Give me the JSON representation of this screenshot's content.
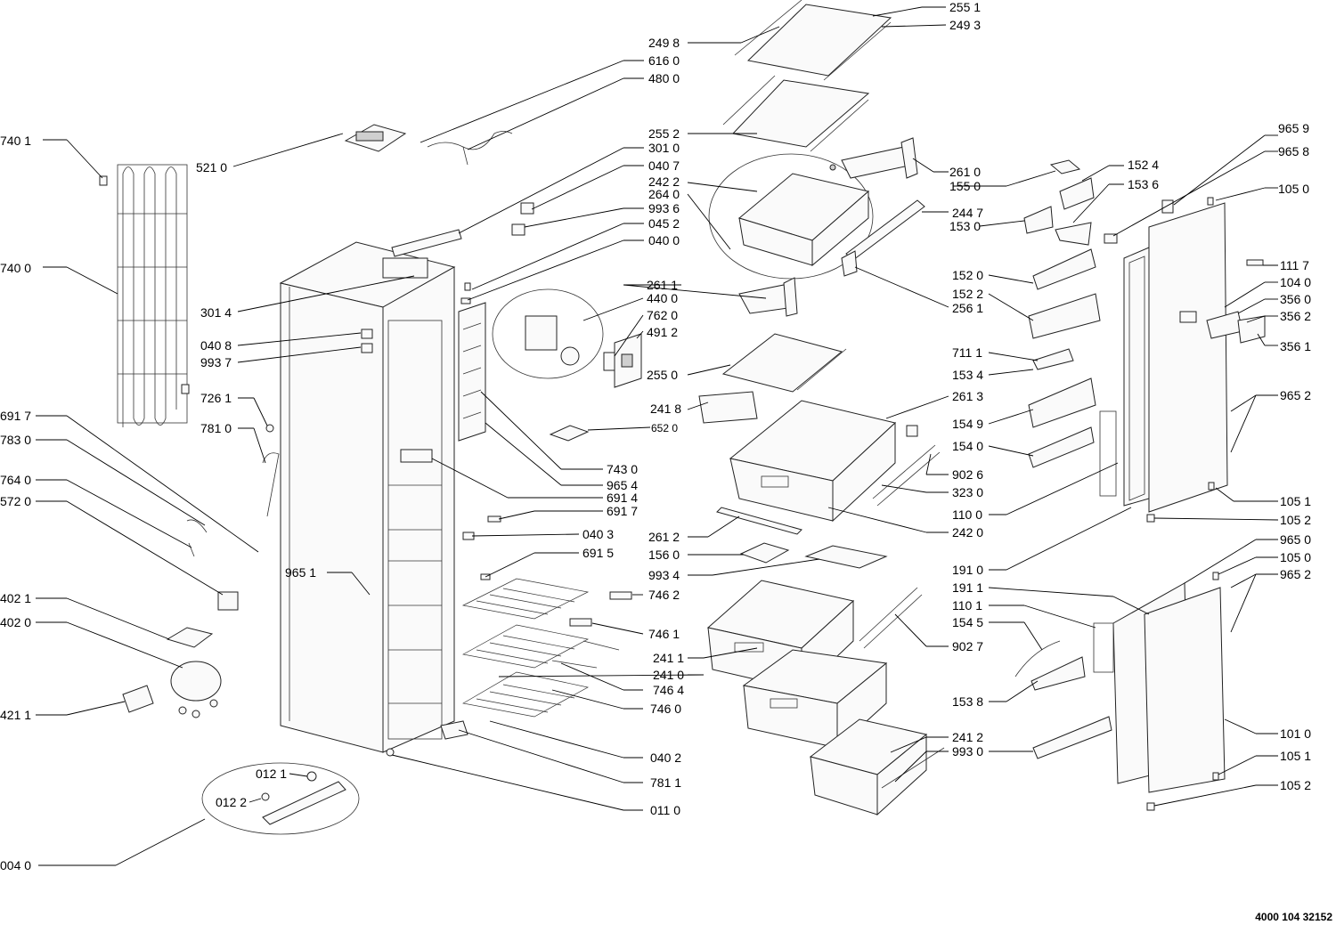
{
  "document_id": "4000 104 32152",
  "callouts": [
    {
      "id": "p2551",
      "text": "255 1"
    },
    {
      "id": "p2498",
      "text": "249 8"
    },
    {
      "id": "p2493",
      "text": "249 3"
    },
    {
      "id": "p6160",
      "text": "616 0"
    },
    {
      "id": "p4800",
      "text": "480 0"
    },
    {
      "id": "p2552",
      "text": "255 2"
    },
    {
      "id": "p3010",
      "text": "301 0"
    },
    {
      "id": "p0407",
      "text": "040 7"
    },
    {
      "id": "p2422",
      "text": "242 2"
    },
    {
      "id": "p2640",
      "text": "264 0"
    },
    {
      "id": "p9936",
      "text": "993 6"
    },
    {
      "id": "p0452",
      "text": "045 2"
    },
    {
      "id": "p0400",
      "text": "040 0"
    },
    {
      "id": "p2610",
      "text": "261 0"
    },
    {
      "id": "p1550",
      "text": "155 0"
    },
    {
      "id": "p2447",
      "text": "244 7"
    },
    {
      "id": "p1530",
      "text": "153 0"
    },
    {
      "id": "p9659",
      "text": "965 9"
    },
    {
      "id": "p9658",
      "text": "965 8"
    },
    {
      "id": "p1524",
      "text": "152 4"
    },
    {
      "id": "p1536",
      "text": "153 6"
    },
    {
      "id": "p1050a",
      "text": "105 0"
    },
    {
      "id": "p7401",
      "text": "740 1"
    },
    {
      "id": "p5210",
      "text": "521 0"
    },
    {
      "id": "p7400",
      "text": "740 0"
    },
    {
      "id": "p3014",
      "text": "301 4"
    },
    {
      "id": "p0408",
      "text": "040 8"
    },
    {
      "id": "p9937",
      "text": "993 7"
    },
    {
      "id": "p2611",
      "text": "261 1"
    },
    {
      "id": "p4400",
      "text": "440 0"
    },
    {
      "id": "p7620",
      "text": "762 0"
    },
    {
      "id": "p4912",
      "text": "491 2"
    },
    {
      "id": "p2561",
      "text": "256 1"
    },
    {
      "id": "p1520",
      "text": "152 0"
    },
    {
      "id": "p1522",
      "text": "152 2"
    },
    {
      "id": "p1117",
      "text": "111 7"
    },
    {
      "id": "p1040",
      "text": "104 0"
    },
    {
      "id": "p3560",
      "text": "356 0"
    },
    {
      "id": "p3562",
      "text": "356 2"
    },
    {
      "id": "p3561",
      "text": "356 1"
    },
    {
      "id": "p7261",
      "text": "726 1"
    },
    {
      "id": "p7810",
      "text": "781 0"
    },
    {
      "id": "p2550",
      "text": "255 0"
    },
    {
      "id": "p7111",
      "text": "711 1"
    },
    {
      "id": "p1534",
      "text": "153 4"
    },
    {
      "id": "p2613",
      "text": "261 3"
    },
    {
      "id": "p9652a",
      "text": "965 2"
    },
    {
      "id": "p2418",
      "text": "241 8"
    },
    {
      "id": "p6520",
      "text": "652 0"
    },
    {
      "id": "p1549",
      "text": "154 9"
    },
    {
      "id": "p1540",
      "text": "154 0"
    },
    {
      "id": "p6917a",
      "text": "691 7"
    },
    {
      "id": "p7830",
      "text": "783 0"
    },
    {
      "id": "p7640",
      "text": "764 0"
    },
    {
      "id": "p5720",
      "text": "572 0"
    },
    {
      "id": "p7430",
      "text": "743 0"
    },
    {
      "id": "p9654",
      "text": "965 4"
    },
    {
      "id": "p6914",
      "text": "691 4"
    },
    {
      "id": "p6917b",
      "text": "691 7"
    },
    {
      "id": "p9026",
      "text": "902 6"
    },
    {
      "id": "p3230",
      "text": "323 0"
    },
    {
      "id": "p1100",
      "text": "110 0"
    },
    {
      "id": "p1051a",
      "text": "105 1"
    },
    {
      "id": "p1052a",
      "text": "105 2"
    },
    {
      "id": "p0403",
      "text": "040 3"
    },
    {
      "id": "p2612",
      "text": "261 2"
    },
    {
      "id": "p2420",
      "text": "242 0"
    },
    {
      "id": "p9651",
      "text": "965 1"
    },
    {
      "id": "p6915",
      "text": "691 5"
    },
    {
      "id": "p1560",
      "text": "156 0"
    },
    {
      "id": "p9934",
      "text": "993 4"
    },
    {
      "id": "p1910",
      "text": "191 0"
    },
    {
      "id": "p9650",
      "text": "965 0"
    },
    {
      "id": "p1050b",
      "text": "105 0"
    },
    {
      "id": "p9652b",
      "text": "965 2"
    },
    {
      "id": "p1911",
      "text": "191 1"
    },
    {
      "id": "p4021",
      "text": "402 1"
    },
    {
      "id": "p7462",
      "text": "746 2"
    },
    {
      "id": "p1101",
      "text": "110 1"
    },
    {
      "id": "p4020",
      "text": "402 0"
    },
    {
      "id": "p1545",
      "text": "154 5"
    },
    {
      "id": "p7461",
      "text": "746 1"
    },
    {
      "id": "p9027",
      "text": "902 7"
    },
    {
      "id": "p2411",
      "text": "241 1"
    },
    {
      "id": "p2410",
      "text": "241 0"
    },
    {
      "id": "p7464",
      "text": "746 4"
    },
    {
      "id": "p1538",
      "text": "153 8"
    },
    {
      "id": "p4211",
      "text": "421 1"
    },
    {
      "id": "p7460",
      "text": "746 0"
    },
    {
      "id": "p1010",
      "text": "101 0"
    },
    {
      "id": "p2412",
      "text": "241 2"
    },
    {
      "id": "p9930",
      "text": "993 0"
    },
    {
      "id": "p0402",
      "text": "040 2"
    },
    {
      "id": "p1051b",
      "text": "105 1"
    },
    {
      "id": "p0121",
      "text": "012 1"
    },
    {
      "id": "p7811",
      "text": "781 1"
    },
    {
      "id": "p1052b",
      "text": "105 2"
    },
    {
      "id": "p0122",
      "text": "012 2"
    },
    {
      "id": "p0110",
      "text": "011 0"
    },
    {
      "id": "p0040",
      "text": "004 0"
    }
  ]
}
